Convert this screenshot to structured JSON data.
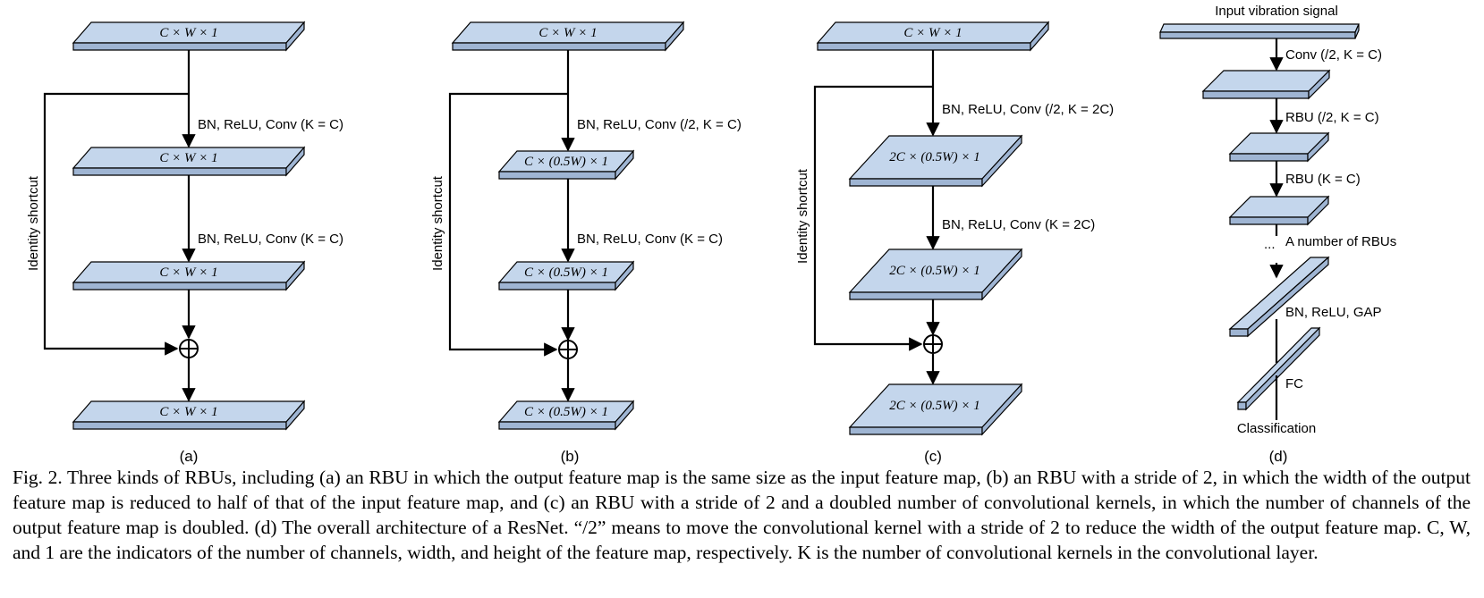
{
  "panel_a": {
    "blocks": [
      "C × W × 1",
      "C × W × 1",
      "C × W × 1",
      "C × W × 1"
    ],
    "ops": [
      "BN, ReLU, Conv (K = C)",
      "BN, ReLU, Conv (K = C)"
    ],
    "shortcut": "Identity shortcut",
    "label": "(a)"
  },
  "panel_b": {
    "blocks": [
      "C × W × 1",
      "C × (0.5W) × 1",
      "C × (0.5W) × 1",
      "C × (0.5W) × 1"
    ],
    "ops": [
      "BN, ReLU, Conv (/2, K = C)",
      "BN, ReLU, Conv (K = C)"
    ],
    "shortcut": "Identity shortcut",
    "label": "(b)"
  },
  "panel_c": {
    "blocks": [
      "C × W × 1",
      "2C × (0.5W) × 1",
      "2C × (0.5W) × 1",
      "2C × (0.5W) × 1"
    ],
    "ops": [
      "BN, ReLU, Conv (/2, K = 2C)",
      "BN, ReLU, Conv (K = 2C)"
    ],
    "shortcut": "Identity shortcut",
    "label": "(c)"
  },
  "panel_d": {
    "input": "Input vibration signal",
    "ops": [
      "Conv (/2, K = C)",
      "RBU (/2, K = C)",
      "RBU (K = C)",
      "A number of RBUs",
      "BN, ReLU, GAP",
      "FC"
    ],
    "ellipsis": "...",
    "output": "Classification",
    "label": "(d)"
  },
  "caption": "Fig. 2. Three kinds of RBUs, including (a) an RBU in which the output feature map is the same size as the input feature map, (b) an RBU with a stride of 2, in which the width of the output feature map is reduced to half of that of the input feature map, and (c) an RBU with a stride of 2 and a doubled number of convolutional kernels, in which the number of channels of the output feature map is doubled. (d) The overall architecture of a ResNet. “/2” means to move the convolutional kernel with a stride of 2 to reduce the width of the output feature map. C, W, and 1 are the indicators of the number of channels, width, and height of the feature map, respectively. K is the number of convolutional kernels in the convolutional layer.",
  "colors": {
    "block_face": "#c4d6ec",
    "block_side": "#9fb5d3",
    "stroke": "#000000"
  }
}
